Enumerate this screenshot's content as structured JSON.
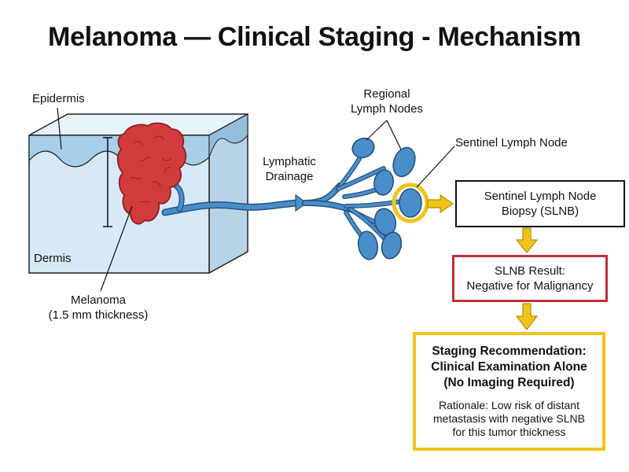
{
  "title": "Melanoma — Clinical Staging - Mechanism",
  "labels": {
    "epidermis": "Epidermis",
    "dermis": "Dermis",
    "melanoma": [
      "Melanoma",
      "(1.5 mm thickness)"
    ],
    "lymphatic_drainage": [
      "Lymphatic",
      "Drainage"
    ],
    "regional_nodes": [
      "Regional",
      "Lymph Nodes"
    ],
    "sentinel_node": "Sentinel Lymph Node"
  },
  "flow": {
    "sentinel_biopsy": [
      "Sentinel Lymph Node",
      "Biopsy (SLNB)"
    ],
    "slnb_result": [
      "SLNB Result:",
      "Negative for Malignancy"
    ],
    "staging_heading": [
      "Staging Recommendation:",
      "Clinical Examination Alone",
      "(No Imaging Required)"
    ],
    "rationale": [
      "Rationale: Low risk of distant",
      "metastasis with negative SLNB",
      "for this tumor thickness"
    ]
  },
  "colors": {
    "skin_face": "#d7e9f6",
    "skin_top": "#e9f3fa",
    "skin_side": "#b9d3e6",
    "epidermis_band": "#a7cfe9",
    "tumor": "#d23b3b",
    "tumor_dark": "#8e1f24",
    "lymph": "#4a8ec9",
    "lymph_dark": "#23537e",
    "highlight": "#f0c419",
    "result_border": "#c0303a"
  }
}
